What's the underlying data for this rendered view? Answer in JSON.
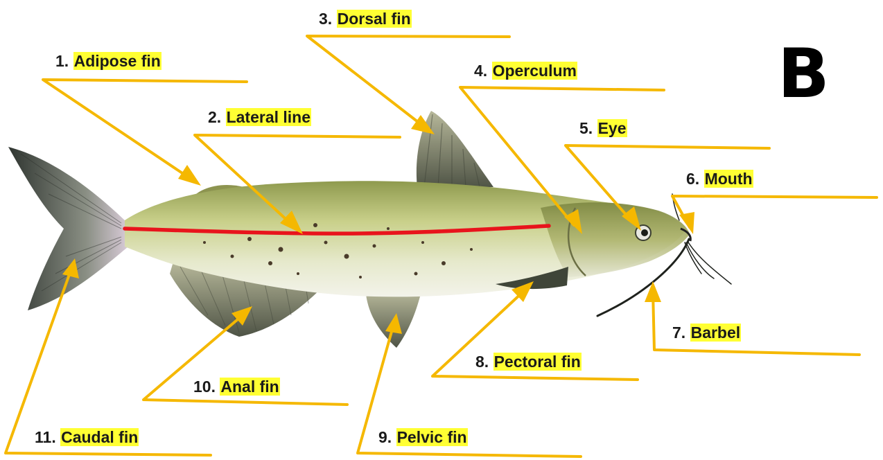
{
  "panel_letter": "B",
  "labels": [
    {
      "num": "1.",
      "name": "Adipose fin"
    },
    {
      "num": "2.",
      "name": "Lateral line"
    },
    {
      "num": "3.",
      "name": "Dorsal fin"
    },
    {
      "num": "4.",
      "name": "Operculum"
    },
    {
      "num": "5.",
      "name": "Eye"
    },
    {
      "num": "6.",
      "name": "Mouth"
    },
    {
      "num": "7.",
      "name": "Barbel"
    },
    {
      "num": "8.",
      "name": "Pectoral fin"
    },
    {
      "num": "9.",
      "name": "Pelvic fin"
    },
    {
      "num": "10.",
      "name": "Anal fin"
    },
    {
      "num": "11.",
      "name": "Caudal fin"
    }
  ],
  "colors": {
    "leader": "#f5b800",
    "highlight": "#ffff33",
    "lateral_line": "#e8141c",
    "body": "#c9d08a",
    "belly": "#eef0dc"
  }
}
